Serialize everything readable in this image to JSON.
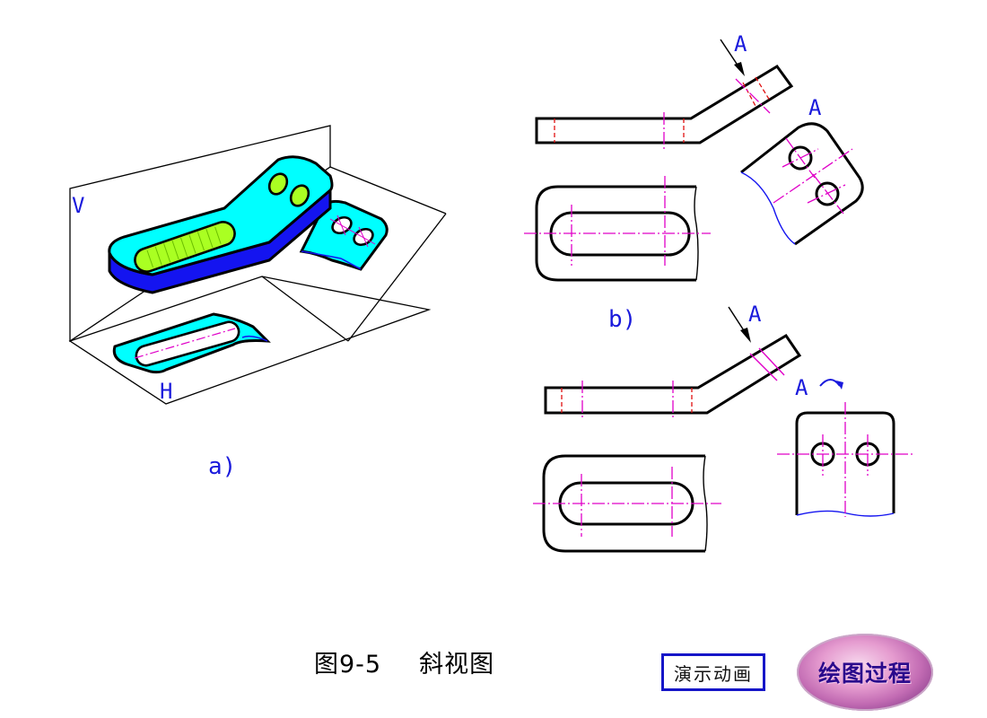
{
  "labels": {
    "v": "V",
    "h": "H",
    "a_cap": "a)",
    "b_cap": "b)",
    "arrow_b": "A",
    "view_b": "A",
    "arrow_c": "A",
    "view_c": "A"
  },
  "caption": {
    "figure": "图9-5",
    "title": "斜视图"
  },
  "buttons": {
    "demo": "演示动画",
    "drawing": "绘图过程"
  },
  "colors": {
    "line": "#000000",
    "centerline": "#e000c8",
    "hidden": "#e01010",
    "label": "#1a1adc",
    "face_cyan": "#00ffff",
    "side_blue": "#1414f0",
    "slot_green": "#aaff22"
  }
}
